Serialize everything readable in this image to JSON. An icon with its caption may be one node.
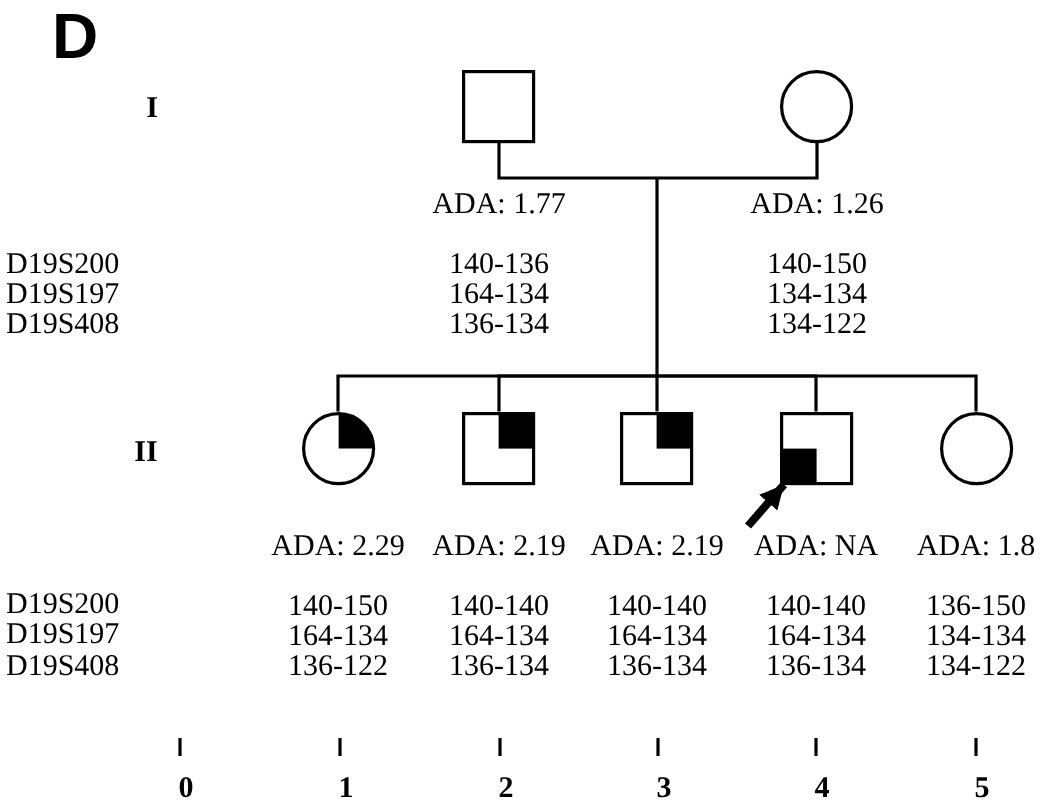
{
  "diagram": {
    "nodes": [
      {
        "text": [],
        "shape": "box",
        "beside": [
          "ADA: 1.77",
          "140-136",
          "164-134",
          "136-134"
        ]
      },
      {
        "text": [],
        "shape": "circle",
        "beside": [
          "ADA: 1.26",
          "140-150",
          "134-134",
          "134-122"
        ]
      },
      {
        "text": [],
        "shape": "circle",
        "beside": [
          "ADA: 2.29",
          "140-150",
          "164-134",
          "136-122"
        ]
      },
      {
        "text": [],
        "shape": "box",
        "beside": [
          "ADA: 2.19",
          "140-140",
          "164-134",
          "136-134"
        ]
      },
      {
        "text": [],
        "shape": "box",
        "beside": [
          "ADA: 2.19",
          "140-140",
          "164-134",
          "136-134"
        ]
      },
      {
        "text": [],
        "shape": "box",
        "beside": [
          "ADA: NA",
          "140-140",
          "164-134",
          "136-134"
        ]
      },
      {
        "text": [],
        "shape": "circle",
        "beside": [
          "ADA: 1.8",
          "136-150",
          "134-134",
          "134-122"
        ]
      }
    ],
    "edges": [
      {
        "from": 0,
        "to": 1,
        "arrow": "none"
      },
      {
        "from": 0,
        "to": 2,
        "arrow": "none"
      },
      {
        "from": 0,
        "to": 3,
        "arrow": "none"
      },
      {
        "from": 0,
        "to": 4,
        "arrow": "none"
      },
      {
        "from": 0,
        "to": 5,
        "arrow": "none"
      },
      {
        "from": 0,
        "to": 6,
        "arrow": "none"
      },
      {
        "from": 1,
        "to": 2,
        "arrow": "none"
      },
      {
        "from": 1,
        "to": 3,
        "arrow": "none"
      },
      {
        "from": 1,
        "to": 4,
        "arrow": "none"
      },
      {
        "from": 1,
        "to": 5,
        "arrow": "none"
      },
      {
        "from": 1,
        "to": 6,
        "arrow": "none"
      },
      {
        "from": null,
        "to": 5,
        "arrow": "to",
        "style": "thick"
      }
    ],
    "labels": [
      "D",
      "I",
      "D19S200",
      "D19S197",
      "D19S408",
      "II",
      "D19S200",
      "D19S197",
      "D19S408",
      "0",
      "1",
      "2",
      "3",
      "4",
      "5"
    ]
  }
}
